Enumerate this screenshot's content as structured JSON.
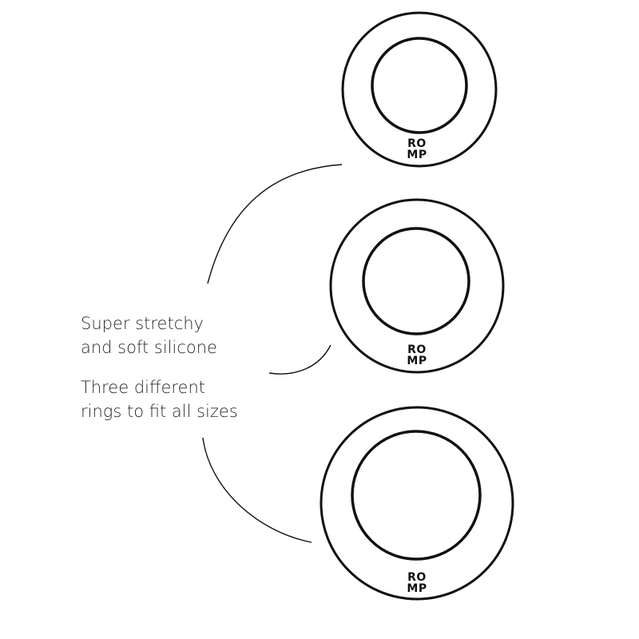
{
  "captions": {
    "stretchy": {
      "line1": "Super stretchy",
      "line2": "and soft silicone"
    },
    "sizes": {
      "line1": "Three different",
      "line2": "rings to fit all sizes"
    }
  },
  "rings": [
    {
      "logo_line1": "RO",
      "logo_line2": "MP"
    },
    {
      "logo_line1": "RO",
      "logo_line2": "MP"
    },
    {
      "logo_line1": "RO",
      "logo_line2": "MP"
    }
  ]
}
